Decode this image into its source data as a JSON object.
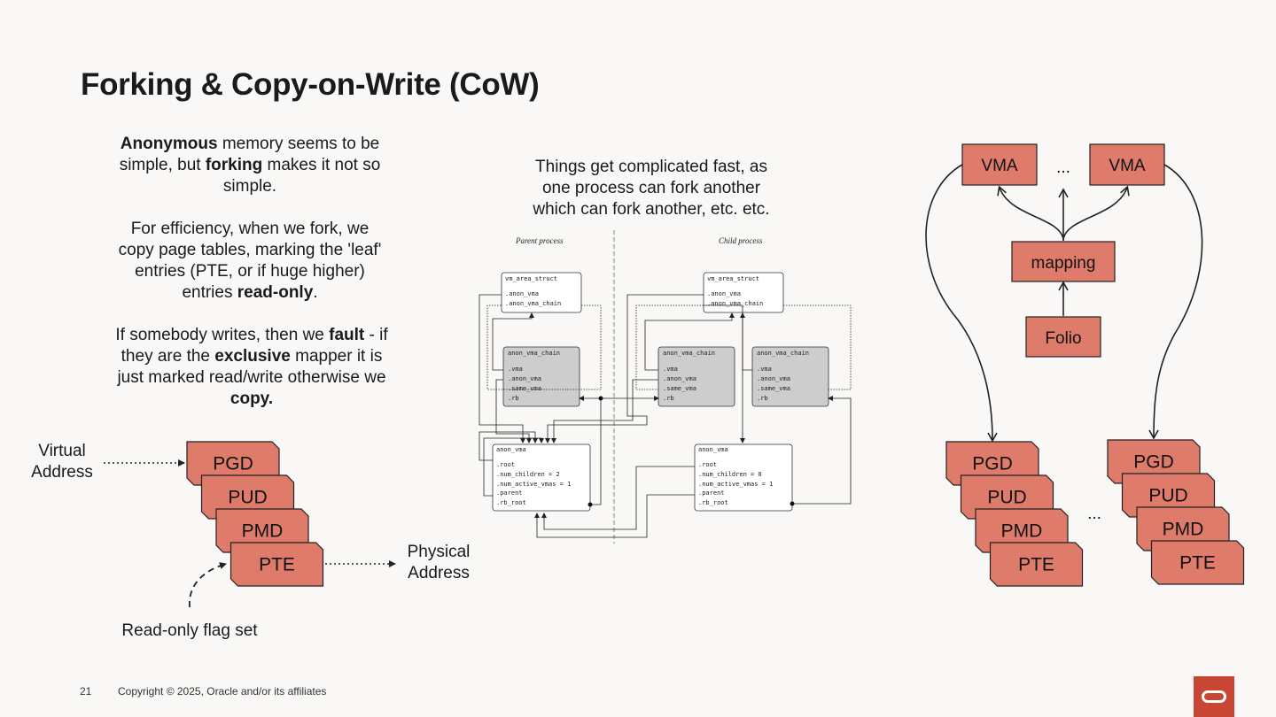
{
  "slide": {
    "title": "Forking & Copy-on-Write (CoW)",
    "page_number": "21",
    "copyright": "Copyright © 2025, Oracle and/or its affiliates"
  },
  "left_text": {
    "p1": [
      {
        "t": "Anonymous",
        "b": true
      },
      {
        "t": " memory seems to be simple, but "
      },
      {
        "t": "forking",
        "b": true
      },
      {
        "t": " makes it not so simple."
      }
    ],
    "p2": [
      {
        "t": "For efficiency, when we fork, we copy page tables, marking the 'leaf' entries (PTE, or if huge higher) entries "
      },
      {
        "t": "read-only",
        "b": true
      },
      {
        "t": "."
      }
    ],
    "p3": [
      {
        "t": "If somebody writes, then we "
      },
      {
        "t": "fault",
        "b": true
      },
      {
        "t": " - if they are the "
      },
      {
        "t": "exclusive",
        "b": true
      },
      {
        "t": " mapper it is just marked read/write otherwise we "
      },
      {
        "t": "copy.",
        "b": true
      }
    ]
  },
  "page_table_diagram": {
    "virtual_address_line1": "Virtual",
    "virtual_address_line2": "Address",
    "physical_address_line1": "Physical",
    "physical_address_line2": "Address",
    "readonly_label": "Read-only flag set",
    "levels": [
      "PGD",
      "PUD",
      "PMD",
      "PTE"
    ],
    "fill_color": "#df7b6b"
  },
  "middle": {
    "caption_line1": "Things get complicated fast, as",
    "caption_line2": "one process can fork another",
    "caption_line3": "which can fork another, etc. etc.",
    "parent_label": "Parent process",
    "child_label": "Child process",
    "vma_struct": {
      "title": "vm_area_struct",
      "fields": [
        ".anon_vma",
        ".anon_vma_chain"
      ]
    },
    "avc": {
      "title": "anon_vma_chain",
      "fields": [
        ".vma",
        ".anon_vma",
        ".same_vma",
        ".rb"
      ]
    },
    "anon_vma_parent": {
      "title": "anon_vma",
      "fields": [
        ".root",
        ".num_children = 2",
        ".num_active_vmas = 1",
        ".parent",
        ".rb_root"
      ]
    },
    "anon_vma_child": {
      "title": "anon_vma",
      "fields": [
        ".root",
        ".num_children = 0",
        ".num_active_vmas = 1",
        ".parent",
        ".rb_root"
      ]
    }
  },
  "right_diagram": {
    "vma": "VMA",
    "ellipsis": "...",
    "mapping": "mapping",
    "folio": "Folio",
    "levels": [
      "PGD",
      "PUD",
      "PMD",
      "PTE"
    ],
    "between_ellipsis": "..."
  }
}
